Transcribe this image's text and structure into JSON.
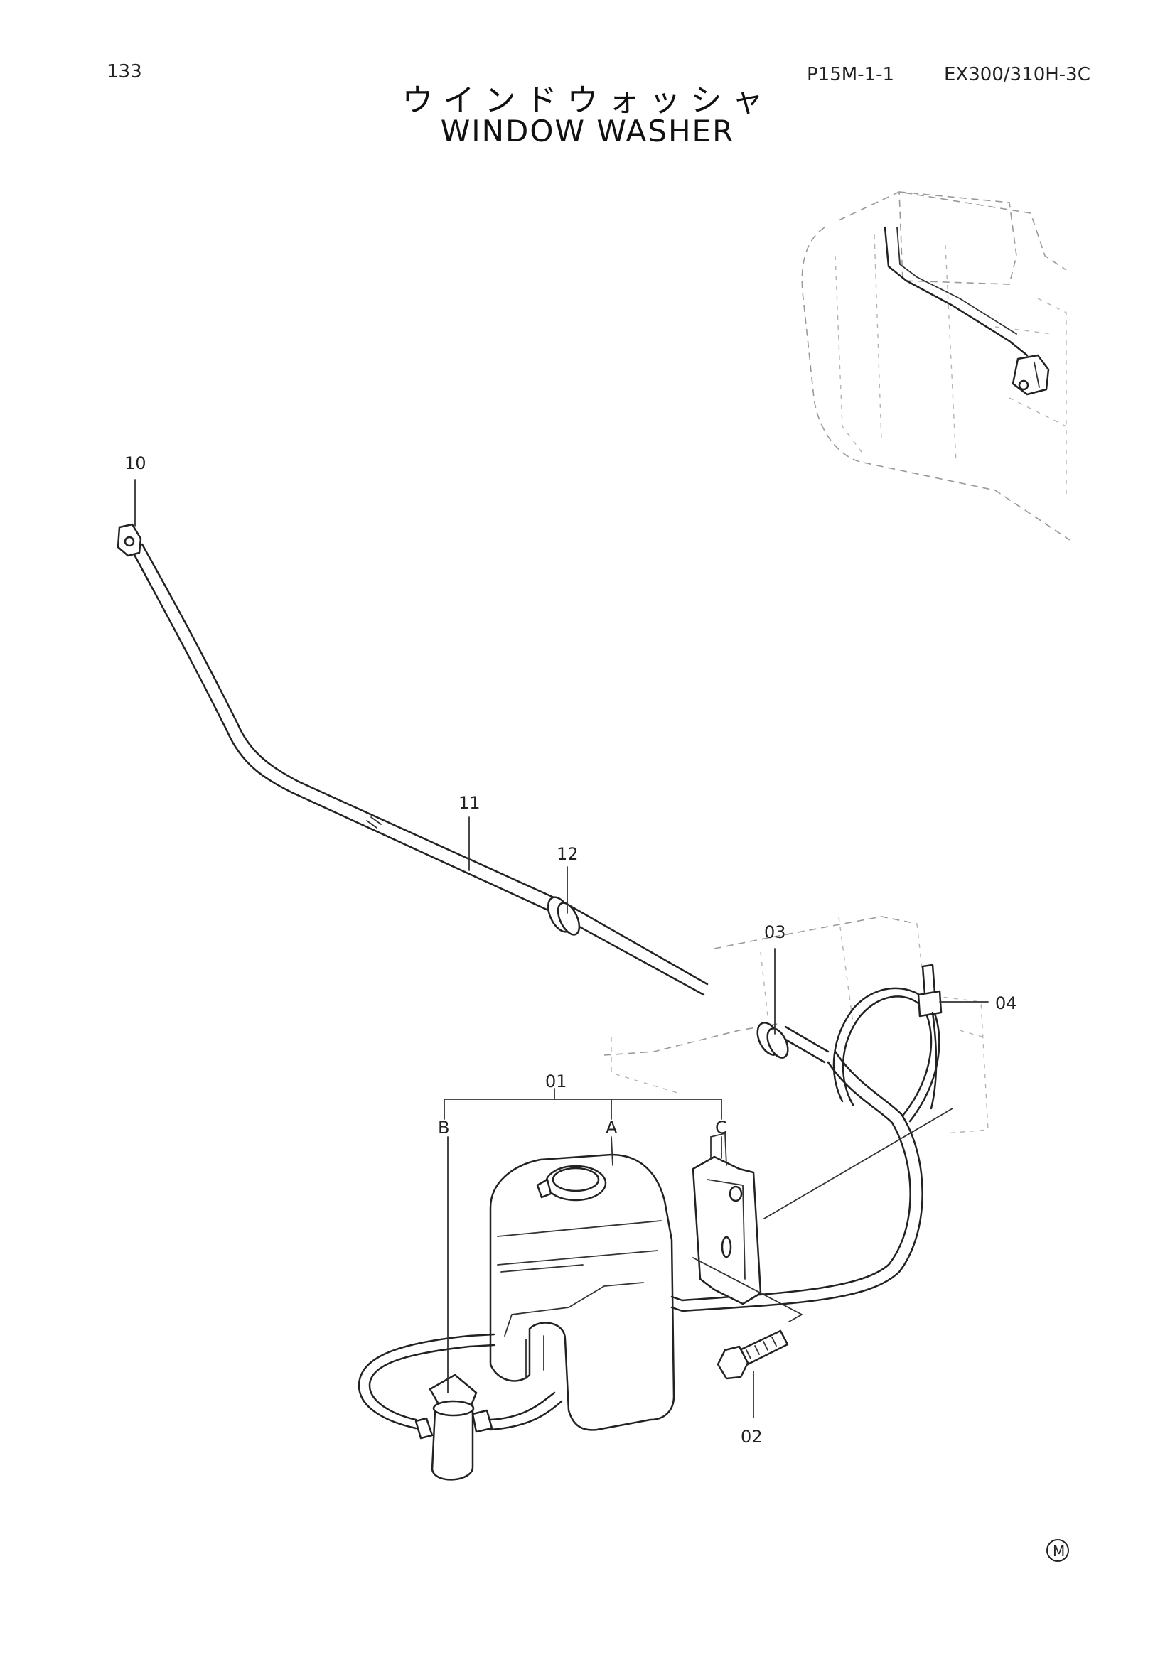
{
  "header": {
    "page_number": "133",
    "ref_code": "P15M-1-1",
    "model": "EX300/310H-3C"
  },
  "title": {
    "japanese": "ウインドウォッシャ",
    "english": "WINDOW WASHER"
  },
  "callouts": {
    "c01": "01",
    "c02": "02",
    "c03": "03",
    "c04": "04",
    "c10": "10",
    "c11": "11",
    "c12": "12",
    "cA": "A",
    "cB": "B",
    "cC": "C"
  },
  "footer": {
    "mark": "M"
  }
}
